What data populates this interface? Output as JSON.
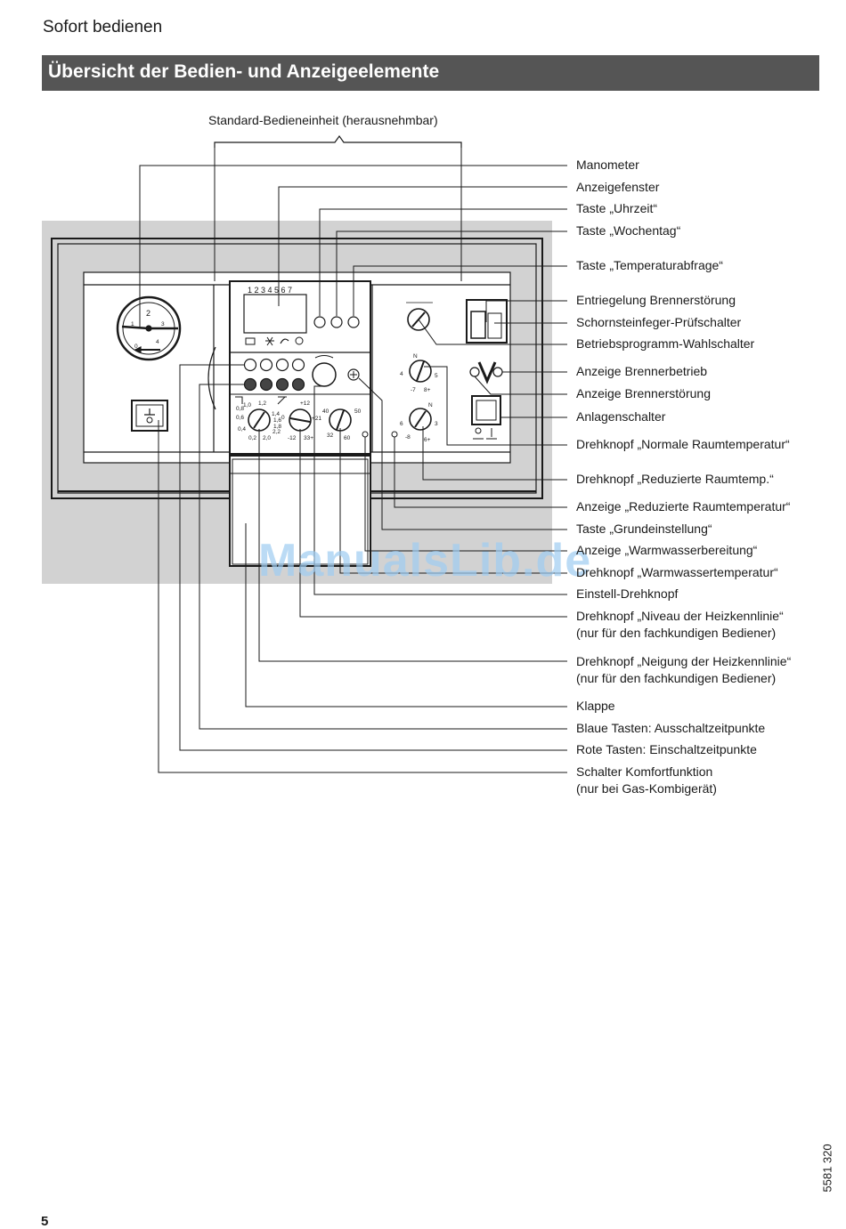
{
  "header": {
    "section": "Sofort bedienen",
    "title": "Übersicht der Bedien- und Anzeigeelemente"
  },
  "figure": {
    "caption": "Standard-Bedieneinheit (herausnehmbar)",
    "display_digits": "1 2 3 4 5 6 7",
    "manometer_ticks": [
      "0",
      "1",
      "2",
      "3",
      "4"
    ],
    "knob_heizkennlinie_neigung": [
      "0,2",
      "0,4",
      "0,6",
      "0,8",
      "1,0",
      "1,2",
      "1,4",
      "1,6",
      "1,8",
      "2,0",
      "2,2"
    ],
    "knob_heizkennlinie_niveau": [
      "-12",
      "0",
      "+12",
      "+21",
      "33+"
    ],
    "knob_warmwasser": [
      "32",
      "40",
      "50",
      "60"
    ],
    "knob_normal": [
      "4",
      "-7",
      "N",
      "5",
      "8+"
    ],
    "knob_reduziert": [
      "6",
      "-8",
      "N",
      "3",
      "6+"
    ]
  },
  "callouts": [
    {
      "text": "Manometer"
    },
    {
      "text": "Anzeigefenster"
    },
    {
      "text": "Taste „Uhrzeit“"
    },
    {
      "text": "Taste „Wochentag“"
    },
    {
      "text": "Taste „Temperaturabfrage“"
    },
    {
      "text": "Entriegelung Brennerstörung"
    },
    {
      "text": "Schornsteinfeger-Prüfschalter"
    },
    {
      "text": "Betriebsprogramm-Wahlschalter"
    },
    {
      "text": "Anzeige Brennerbetrieb"
    },
    {
      "text": "Anzeige Brennerstörung"
    },
    {
      "text": "Anlagenschalter"
    },
    {
      "text": "Drehknopf „Normale Raumtemperatur“"
    },
    {
      "text": "Drehknopf „Reduzierte Raumtemp.“"
    },
    {
      "text": "Anzeige „Reduzierte Raumtemperatur“"
    },
    {
      "text": "Taste „Grundeinstellung“"
    },
    {
      "text": "Anzeige „Warmwasserbereitung“"
    },
    {
      "text": "Drehknopf „Warmwassertemperatur“"
    },
    {
      "text": "Einstell-Drehknopf"
    },
    {
      "text": "Drehknopf „Niveau der Heizkennlinie“",
      "note": "(nur für den fachkundigen Bediener)"
    },
    {
      "text": "Drehknopf „Neigung der Heizkennlinie“",
      "note": "(nur für den fachkundigen Bediener)"
    },
    {
      "text": "Klappe"
    },
    {
      "text": "Blaue Tasten: Ausschaltzeitpunkte"
    },
    {
      "text": "Rote Tasten: Einschaltzeitpunkte"
    },
    {
      "text": "Schalter Komfortfunktion",
      "note": "(nur bei Gas-Kombigerät)"
    }
  ],
  "footer": {
    "doc_number": "5581 320",
    "page_number": "5"
  },
  "watermark": "ManualsLib.de"
}
